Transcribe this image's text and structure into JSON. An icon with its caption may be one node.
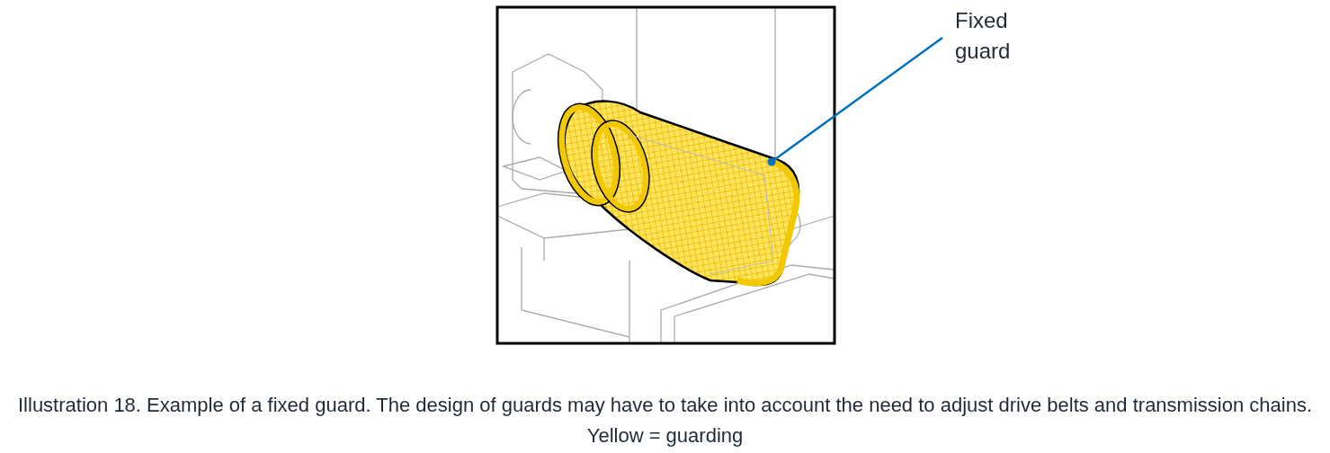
{
  "diagram": {
    "caption": "Illustration 18. Example of a fixed guard. The design of guards may have to take into account the need to adjust drive belts and transmission chains. Yellow = guarding",
    "nodes": [
      {
        "text": [
          "Fixed guard"
        ]
      },
      {
        "text": [],
        "shape": "picture"
      }
    ],
    "edges": [
      {
        "from": 0,
        "to": 1,
        "arrow": "other",
        "color": "#0070c0"
      }
    ]
  }
}
